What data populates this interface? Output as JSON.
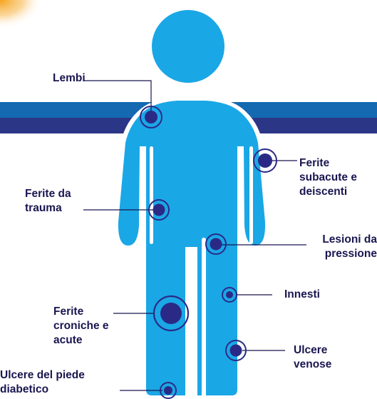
{
  "colors": {
    "body": "#1aa7e6",
    "body_outline": "#ffffff",
    "band_top": "#1469b0",
    "band_bottom": "#2c3687",
    "marker_fill": "#2a2a86",
    "marker_ring": "#2a2a86",
    "label_text": "#1a1650",
    "leader_line": "#1a1650",
    "corner_glow": "#f6a21b"
  },
  "labels": {
    "lembi": [
      "Lembi"
    ],
    "ferite_subacute": [
      "Ferite",
      "subacute e",
      "deiscenti"
    ],
    "ferite_trauma": [
      "Ferite da",
      "trauma"
    ],
    "lesioni_pressione": [
      "Lesioni da",
      "pressione"
    ],
    "innesti": [
      "Innesti"
    ],
    "ferite_croniche": [
      "Ferite",
      "croniche e",
      "acute"
    ],
    "ulcere_venose": [
      "Ulcere",
      "venose"
    ],
    "ulcere_piede": [
      "Ulcere del piede",
      "diabetico"
    ]
  }
}
